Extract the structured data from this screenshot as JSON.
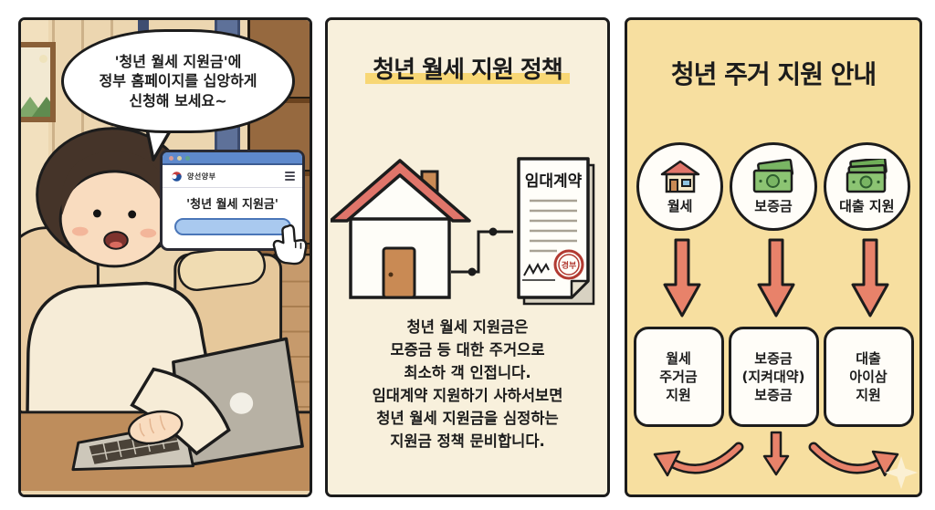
{
  "left_panel": {
    "speech_bubble_lines": [
      "'청년 월세 지원금'에",
      "정부 홈페이지를 십앙하게",
      "신청해 보세요~"
    ],
    "browser": {
      "logo_text": "양선양부",
      "search_label": "'청년 월세 지원금'"
    }
  },
  "middle_panel": {
    "title": "청년 월세 지원 정책",
    "document_title": "임대계약",
    "stamp_text": "경부",
    "body_lines": [
      "청년 월세 지원금은",
      "모증금 등 대한 주거으로",
      "최소하 객 인접니다.",
      "임대계약 지원하기 사하서보면",
      "청년 월세 지원금을 심정하는",
      "지원금 정책 문비합니다."
    ]
  },
  "right_panel": {
    "title": "청년 주거 지원 안내",
    "circles": [
      {
        "icon": "house-icon",
        "label": "월세"
      },
      {
        "icon": "banknote-icon",
        "label": "보증금"
      },
      {
        "icon": "banknotes-icon",
        "label": "대출 지원"
      }
    ],
    "boxes": [
      {
        "lines": [
          "월세",
          "주거금",
          "지원"
        ]
      },
      {
        "lines": [
          "보증금",
          "(지켜대약)",
          "보증금"
        ]
      },
      {
        "lines": [
          "대출",
          "아이삼",
          "지원"
        ]
      }
    ]
  },
  "colors": {
    "panel_cream": "#F8F0DC",
    "panel_yellow": "#F7DFA0",
    "title_highlight": "#F8D775",
    "arrow_orange": "#E8826A",
    "roof_red": "#E0756A",
    "browser_blue": "#5E89CC",
    "search_pill": "#A9C9EF",
    "stamp_red": "#B23A32",
    "money_green": "#8CC473"
  }
}
